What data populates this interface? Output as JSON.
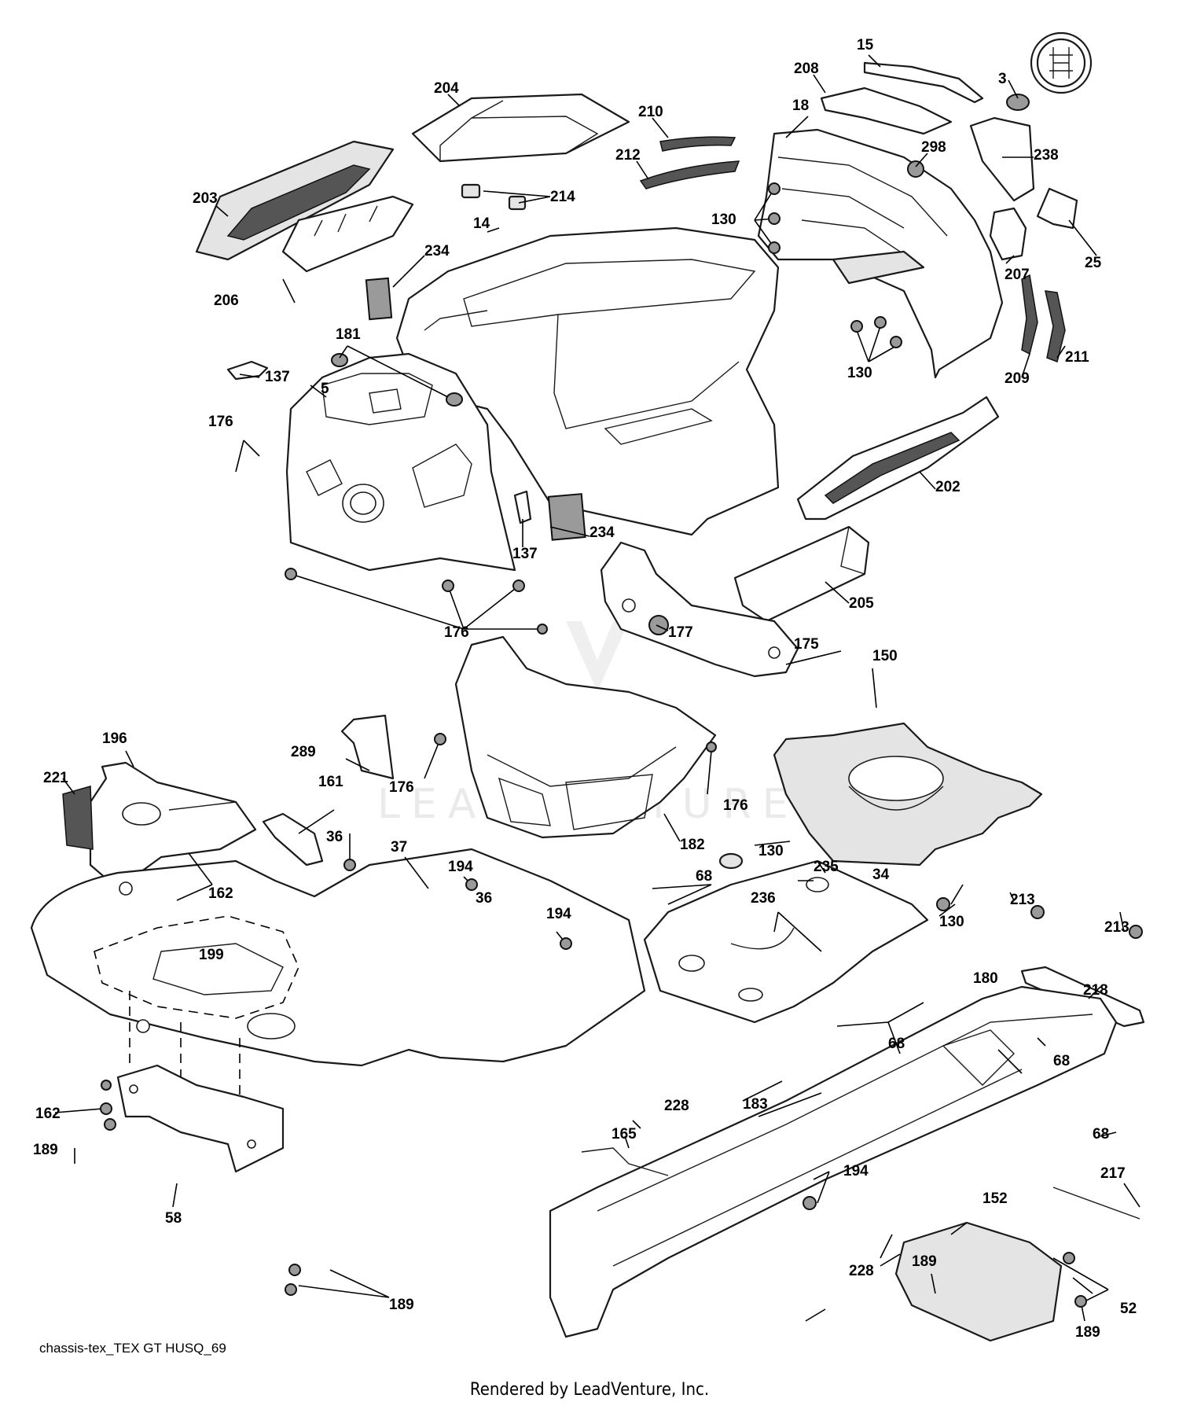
{
  "diagram": {
    "footer_code": "chassis-tex_TEX GT HUSQ_69",
    "rendered_by": "Rendered by LeadVenture, Inc.",
    "watermark": "LEADVENTURE",
    "callouts": [
      {
        "id": "c-15",
        "label": "15"
      },
      {
        "id": "c-208",
        "label": "208"
      },
      {
        "id": "c-3",
        "label": "3"
      },
      {
        "id": "c-204",
        "label": "204"
      },
      {
        "id": "c-210",
        "label": "210"
      },
      {
        "id": "c-18",
        "label": "18"
      },
      {
        "id": "c-298",
        "label": "298"
      },
      {
        "id": "c-238",
        "label": "238"
      },
      {
        "id": "c-212",
        "label": "212"
      },
      {
        "id": "c-214",
        "label": "214"
      },
      {
        "id": "c-203",
        "label": "203"
      },
      {
        "id": "c-130a",
        "label": "130"
      },
      {
        "id": "c-25",
        "label": "25"
      },
      {
        "id": "c-207",
        "label": "207"
      },
      {
        "id": "c-14",
        "label": "14"
      },
      {
        "id": "c-234a",
        "label": "234"
      },
      {
        "id": "c-206",
        "label": "206"
      },
      {
        "id": "c-211",
        "label": "211"
      },
      {
        "id": "c-209",
        "label": "209"
      },
      {
        "id": "c-130b",
        "label": "130"
      },
      {
        "id": "c-181",
        "label": "181"
      },
      {
        "id": "c-5",
        "label": "5"
      },
      {
        "id": "c-137a",
        "label": "137"
      },
      {
        "id": "c-176a",
        "label": "176"
      },
      {
        "id": "c-202",
        "label": "202"
      },
      {
        "id": "c-234b",
        "label": "234"
      },
      {
        "id": "c-137b",
        "label": "137"
      },
      {
        "id": "c-205",
        "label": "205"
      },
      {
        "id": "c-176b",
        "label": "176"
      },
      {
        "id": "c-177",
        "label": "177"
      },
      {
        "id": "c-175",
        "label": "175"
      },
      {
        "id": "c-150",
        "label": "150"
      },
      {
        "id": "c-289",
        "label": "289"
      },
      {
        "id": "c-196",
        "label": "196"
      },
      {
        "id": "c-221",
        "label": "221"
      },
      {
        "id": "c-161",
        "label": "161"
      },
      {
        "id": "c-176c",
        "label": "176"
      },
      {
        "id": "c-176d",
        "label": "176"
      },
      {
        "id": "c-162a",
        "label": "162"
      },
      {
        "id": "c-36a",
        "label": "36"
      },
      {
        "id": "c-37",
        "label": "37"
      },
      {
        "id": "c-182",
        "label": "182"
      },
      {
        "id": "c-130c",
        "label": "130"
      },
      {
        "id": "c-194a",
        "label": "194"
      },
      {
        "id": "c-235",
        "label": "235"
      },
      {
        "id": "c-68a",
        "label": "68"
      },
      {
        "id": "c-34",
        "label": "34"
      },
      {
        "id": "c-36b",
        "label": "36"
      },
      {
        "id": "c-236",
        "label": "236"
      },
      {
        "id": "c-194b",
        "label": "194"
      },
      {
        "id": "c-130d",
        "label": "130"
      },
      {
        "id": "c-213a",
        "label": "213"
      },
      {
        "id": "c-213b",
        "label": "213"
      },
      {
        "id": "c-199",
        "label": "199"
      },
      {
        "id": "c-218",
        "label": "218"
      },
      {
        "id": "c-180",
        "label": "180"
      },
      {
        "id": "c-68b",
        "label": "68"
      },
      {
        "id": "c-68c",
        "label": "68"
      },
      {
        "id": "c-162b",
        "label": "162"
      },
      {
        "id": "c-183",
        "label": "183"
      },
      {
        "id": "c-228a",
        "label": "228"
      },
      {
        "id": "c-68d",
        "label": "68"
      },
      {
        "id": "c-189a",
        "label": "189"
      },
      {
        "id": "c-165",
        "label": "165"
      },
      {
        "id": "c-194c",
        "label": "194"
      },
      {
        "id": "c-217",
        "label": "217"
      },
      {
        "id": "c-152",
        "label": "152"
      },
      {
        "id": "c-58",
        "label": "58"
      },
      {
        "id": "c-228b",
        "label": "228"
      },
      {
        "id": "c-189b",
        "label": "189"
      },
      {
        "id": "c-52",
        "label": "52"
      },
      {
        "id": "c-189c",
        "label": "189"
      },
      {
        "id": "c-189d",
        "label": "189"
      }
    ]
  }
}
